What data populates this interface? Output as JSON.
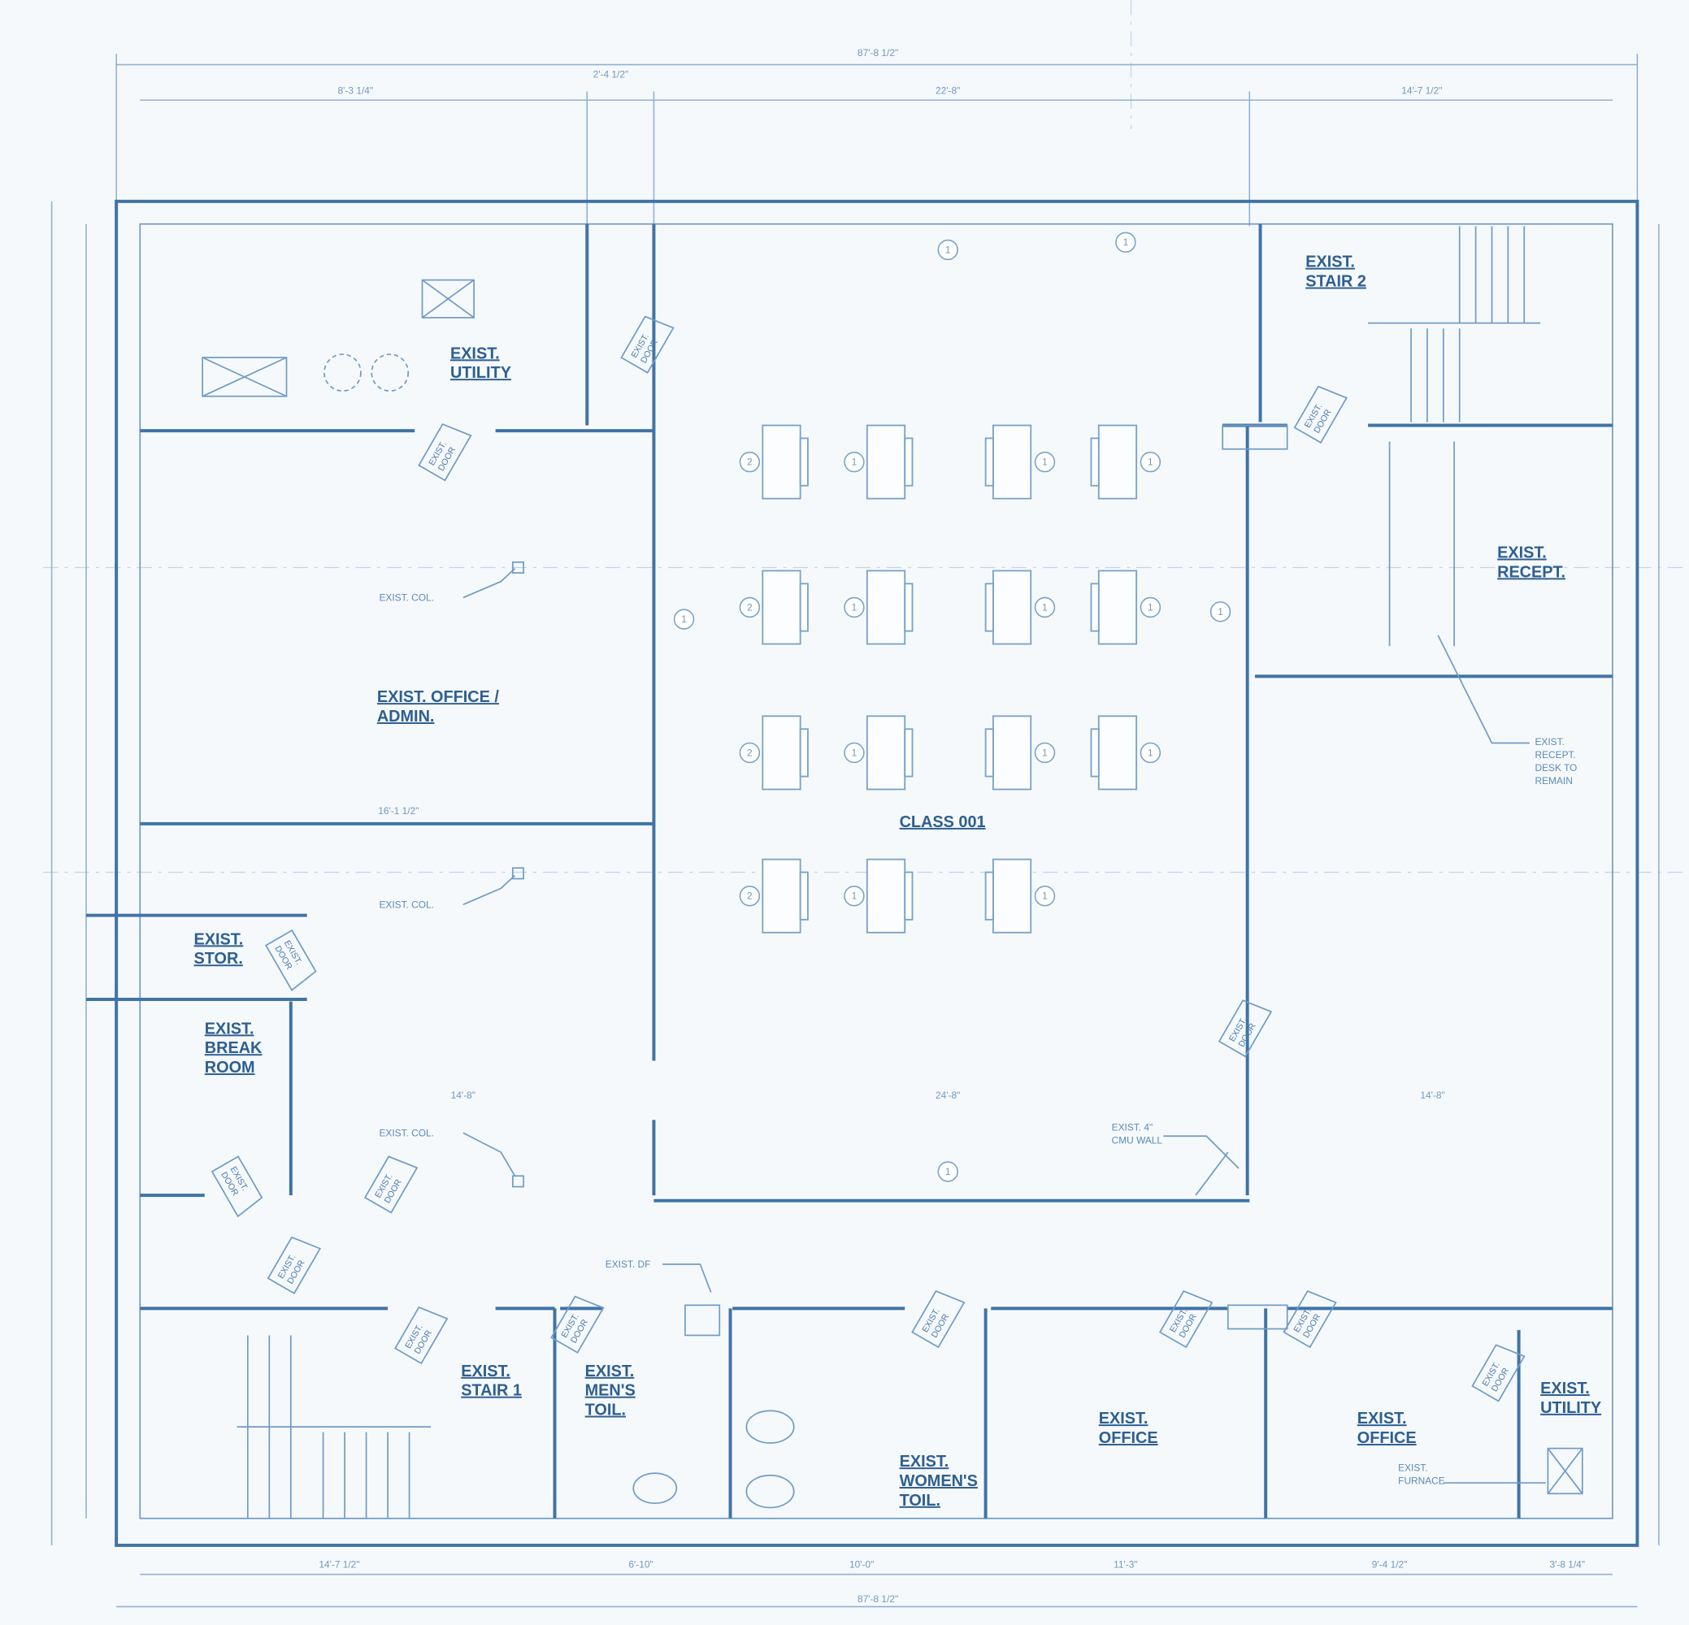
{
  "colors": {
    "line": "#3f74a6",
    "text": "#2d5f92",
    "paper": "#f6f9fc"
  },
  "dimensions": {
    "overall_top": "87'-8 1/2\"",
    "top_1": "8'-3 1/4\"",
    "top_2": "2'-4 1/2\"",
    "top_3": "22'-8\"",
    "top_4": "14'-7 1/2\"",
    "bottom_1": "14'-7 1/2\"",
    "bottom_2": "6'-10\"",
    "bottom_3": "10'-0\"",
    "bottom_4": "11'-3\"",
    "bottom_5": "9'-4 1/2\"",
    "bottom_6": "3'-8 1/4\"",
    "overall_bottom": "87'-8 1/2\"",
    "office_width": "16'-1 1/2\"",
    "corridor_1": "14'-8\"",
    "corridor_2": "24'-8\"",
    "corridor_3": "14'-8\""
  },
  "rooms": {
    "utility_top": [
      "EXIST.",
      "UTILITY"
    ],
    "stair_2": [
      "EXIST.",
      "STAIR 2"
    ],
    "recept": [
      "EXIST.",
      "RECEPT."
    ],
    "office_admin": [
      "EXIST. OFFICE /",
      "ADMIN."
    ],
    "class": "CLASS 001",
    "stor": [
      "EXIST.",
      "STOR."
    ],
    "break_room": [
      "EXIST.",
      "BREAK",
      "ROOM"
    ],
    "stair_1": [
      "EXIST.",
      "STAIR 1"
    ],
    "mens_toil": [
      "EXIST.",
      "MEN'S",
      "TOIL."
    ],
    "womens_toil": [
      "EXIST.",
      "WOMEN'S",
      "TOIL."
    ],
    "office_1": [
      "EXIST.",
      "OFFICE"
    ],
    "office_2": [
      "EXIST.",
      "OFFICE"
    ],
    "utility_bottom": [
      "EXIST.",
      "UTILITY"
    ]
  },
  "notes": {
    "col": "EXIST. COL.",
    "recept_desk": [
      "EXIST.",
      "RECEPT.",
      "DESK TO",
      "REMAIN"
    ],
    "cmu_wall": [
      "EXIST. 4\"",
      "CMU WALL"
    ],
    "df": "EXIST. DF",
    "furnace": [
      "EXIST.",
      "FURNACE"
    ],
    "door": [
      "EXIST.",
      "DOOR"
    ]
  },
  "desk_tags": [
    "2",
    "1",
    "1",
    "1",
    "2",
    "1",
    "1",
    "1",
    "2",
    "1",
    "1",
    "1",
    "2",
    "1",
    "1"
  ],
  "wall_tags": [
    "1",
    "1",
    "1",
    "1",
    "1"
  ]
}
